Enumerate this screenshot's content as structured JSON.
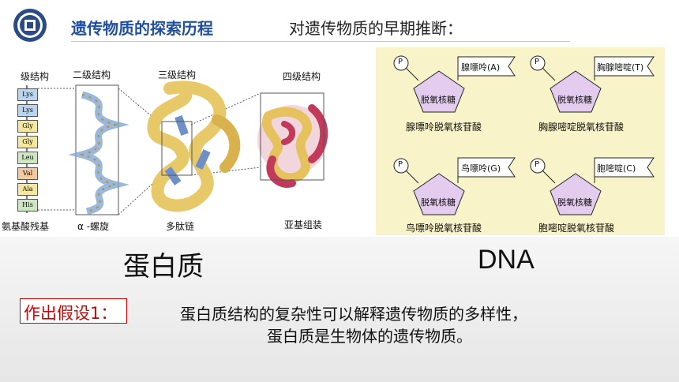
{
  "header": {
    "title": "遗传物质的探索历程",
    "subtitle": "对遗传物质的早期推断："
  },
  "protein_figure": {
    "level_labels": [
      "级结构",
      "二级结构",
      "三级结构",
      "四级结构"
    ],
    "amino_acids": [
      "Lys",
      "Lys",
      "Gly",
      "Gly",
      "Leu",
      "Val",
      "Ala",
      "His"
    ],
    "bottom_labels": [
      "氨基酸残基",
      "α -螺旋",
      "多肽链",
      "亚基组装"
    ]
  },
  "dna_figure": {
    "phosphate": "P",
    "sugar": "脱氧核糖",
    "nucleotides": [
      {
        "base": "腺嘌呤(A)",
        "name": "腺嘌呤脱氧核苷酸"
      },
      {
        "base": "胸腺嘧啶(T)",
        "name": "胸腺嘧啶脱氧核苷酸"
      },
      {
        "base": "鸟嘌呤(G)",
        "name": "鸟嘌呤脱氧核苷酸"
      },
      {
        "base": "胞嘧啶(C)",
        "name": "胞嘧啶脱氧核苷酸"
      }
    ]
  },
  "labels": {
    "protein": "蛋白质",
    "dna": "DNA"
  },
  "hypothesis": {
    "tag": "作出假设1：",
    "line1": "蛋白质结构的复杂性可以解释遗传物质的多样性，",
    "line2": "蛋白质是生物体的遗传物质。"
  }
}
